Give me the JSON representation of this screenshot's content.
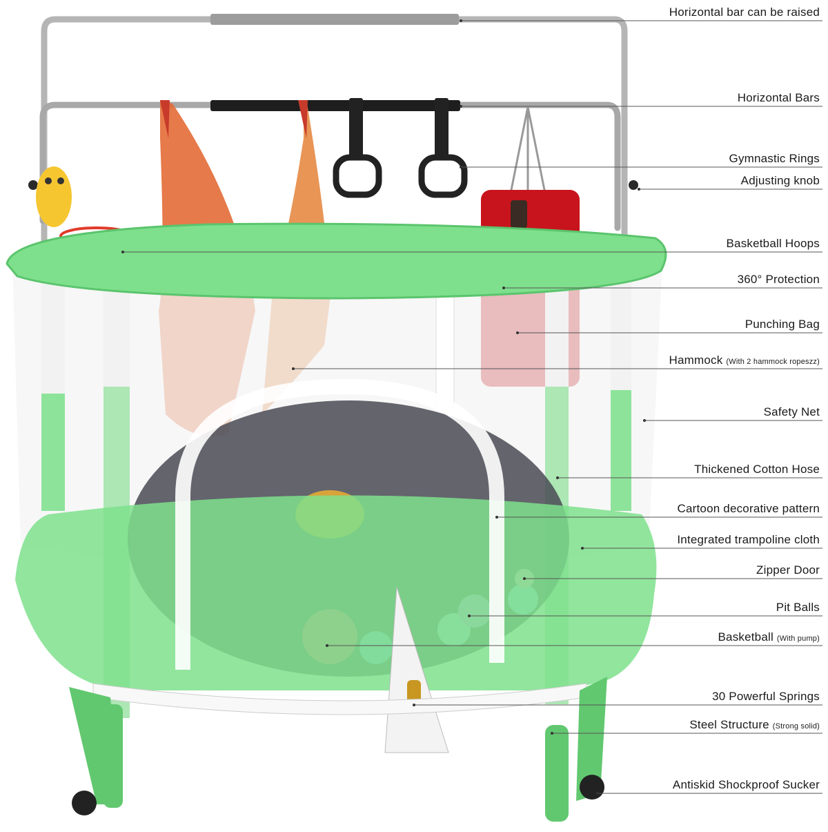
{
  "labels": [
    {
      "id": "bar-raise",
      "text": "Horizontal bar can be raised",
      "note": ""
    },
    {
      "id": "horizontal-bars",
      "text": "Horizontal Bars",
      "note": ""
    },
    {
      "id": "gym-rings",
      "text": "Gymnastic Rings",
      "note": ""
    },
    {
      "id": "adjust-knob",
      "text": "Adjusting knob",
      "note": ""
    },
    {
      "id": "basketball-hoops",
      "text": "Basketball Hoops",
      "note": ""
    },
    {
      "id": "protection",
      "text": "360° Protection",
      "note": ""
    },
    {
      "id": "punching-bag",
      "text": "Punching Bag",
      "note": ""
    },
    {
      "id": "hammock",
      "text": "Hammock",
      "note": "(With 2 hammock ropeszz)"
    },
    {
      "id": "safety-net",
      "text": "Safety Net",
      "note": ""
    },
    {
      "id": "cotton-hose",
      "text": "Thickened Cotton Hose",
      "note": ""
    },
    {
      "id": "cartoon-pattern",
      "text": "Cartoon decorative pattern",
      "note": ""
    },
    {
      "id": "trampoline-cloth",
      "text": "Integrated trampoline cloth",
      "note": ""
    },
    {
      "id": "zipper-door",
      "text": "Zipper Door",
      "note": ""
    },
    {
      "id": "pit-balls",
      "text": "Pit Balls",
      "note": ""
    },
    {
      "id": "basketball",
      "text": "Basketball",
      "note": "(With pump)"
    },
    {
      "id": "springs",
      "text": "30 Powerful Springs",
      "note": ""
    },
    {
      "id": "steel-structure",
      "text": "Steel Structure",
      "note": "(Strong solid)"
    },
    {
      "id": "sucker",
      "text": "Antiskid Shockproof Sucker",
      "note": ""
    }
  ],
  "colors": {
    "foam_green": "#7ee08c",
    "foam_green_dark": "#5bc46d",
    "steel": "#b8b8b8",
    "mat": "#4a4a55",
    "bag_red": "#c8141c",
    "hammock_orange": "#e0602a",
    "line": "#555555"
  }
}
